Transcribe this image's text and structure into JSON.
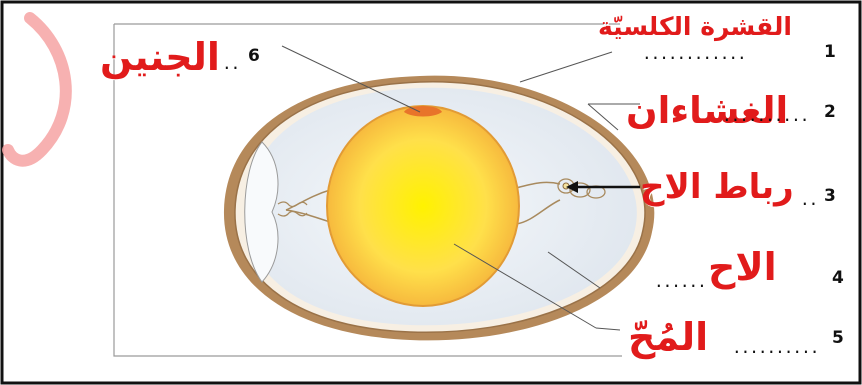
{
  "labels": [
    {
      "number": "1",
      "dots": "............",
      "answer": "القشرة الكلسيّة"
    },
    {
      "number": "2",
      "dots": "..........",
      "answer": "الغشاءان"
    },
    {
      "number": "3",
      "dots": "..",
      "answer": "رباط الاح"
    },
    {
      "number": "4",
      "dots": "......",
      "answer": "الاح"
    },
    {
      "number": "5",
      "dots": "..........",
      "answer": "المُحّ"
    },
    {
      "number": "6",
      "dots": "..",
      "answer": "الجنين"
    }
  ],
  "colors": {
    "answer_text": "#e11b1b",
    "shell": "#b5895a",
    "albumen": "#e9eef4",
    "yolk_center": "#fff200",
    "yolk_edge": "#f4ae3a",
    "embryo": "#e8742a",
    "frame": "#111111"
  }
}
